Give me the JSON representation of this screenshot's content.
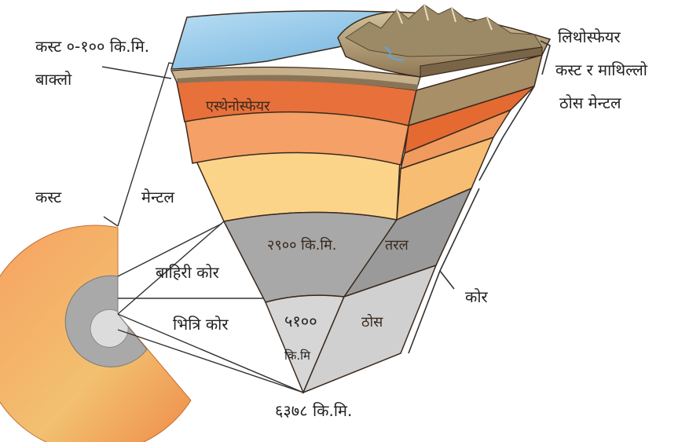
{
  "labels": {
    "crust_depth": "कस्ट ०-१०० कि.मि.",
    "thickness": "बाक्लो",
    "crust": "कस्ट",
    "mantle": "मेन्टल",
    "outer_core": "बाहिरी कोर",
    "inner_core": "भित्रि कोर",
    "asthenosphere": "एस्थेनोस्फेयर",
    "depth_2900": "२९०० कि.मि.",
    "depth_5100": "५१००",
    "depth_5100_unit": "कि.मि",
    "depth_6378": "६३७८ कि.मि.",
    "liquid": "तरल",
    "solid": "ठोस",
    "core": "कोर",
    "lithosphere_1": "लिथोस्फेयर",
    "lithosphere_2": "कस्ट र माथिल्लो",
    "lithosphere_3": "ठोस मेन्टल"
  },
  "colors": {
    "ocean": "#7fc0e8",
    "crust_rock": "#b89a6c",
    "asthenosphere": "#e8703a",
    "upper_mantle": "#f4a066",
    "mid_mantle": "#f6bd73",
    "lower_mantle": "#fbd48a",
    "outer_core": "#a8a8a8",
    "inner_core": "#d6d6d6",
    "outline": "#3a2a1e"
  }
}
